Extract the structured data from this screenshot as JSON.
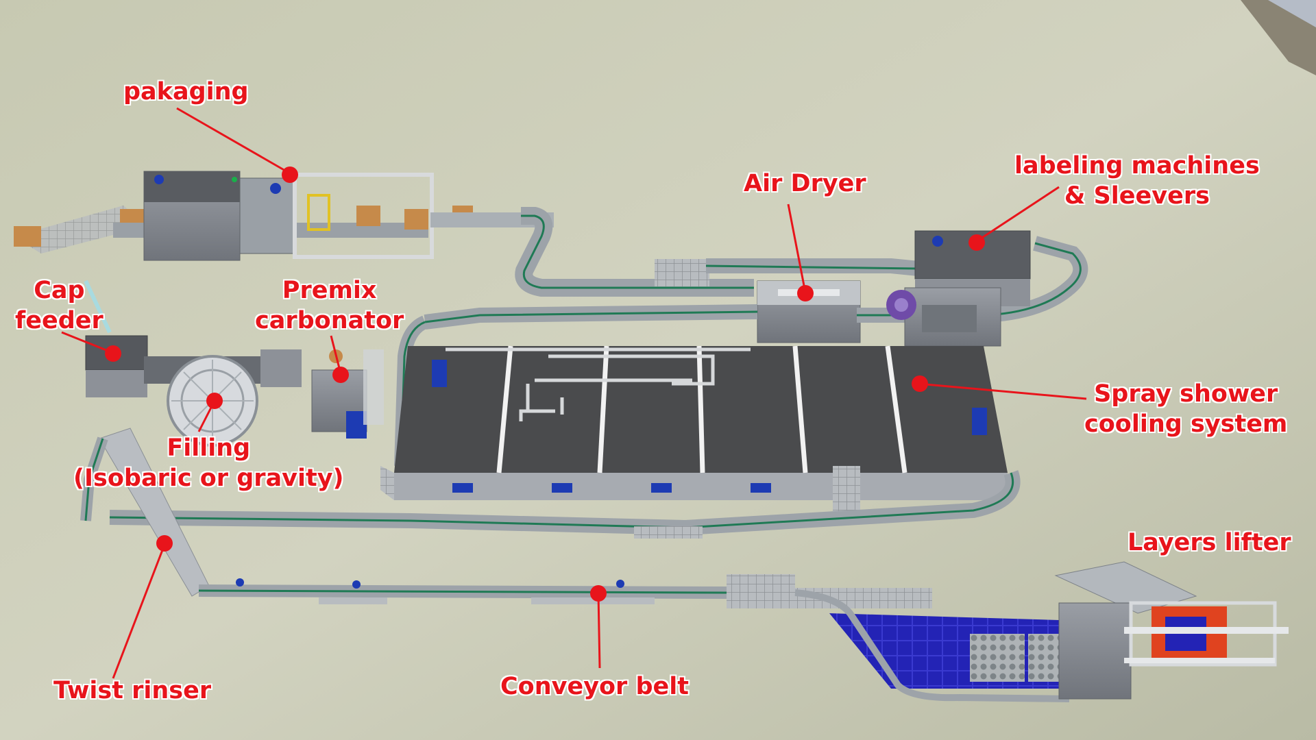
{
  "labels": {
    "pakaging": "pakaging",
    "labeling_line1": "labeling machines",
    "labeling_line2": "& Sleevers",
    "air_dryer": "Air Dryer",
    "cap_line1": "Cap",
    "cap_line2": "feeder",
    "premix_line1": "Premix",
    "premix_line2": "carbonator",
    "spray_line1": "Spray shower",
    "spray_line2": "cooling system",
    "filling_line1": "Filling",
    "filling_line2": "(Isobaric or gravity)",
    "layers_lifter": "Layers lifter",
    "twist_rinser": "Twist rinser",
    "conveyor_belt": "Conveyor belt"
  },
  "colors": {
    "callout": "#e8141b",
    "floor": "#c9cbb6",
    "roof": "#4a4b4d",
    "machine": "#8d9198",
    "conveyor": "#1f7a55",
    "pallet": "#1a1aa8",
    "motor": "#1d3bb3",
    "lifter_frame": "#e0431f"
  }
}
